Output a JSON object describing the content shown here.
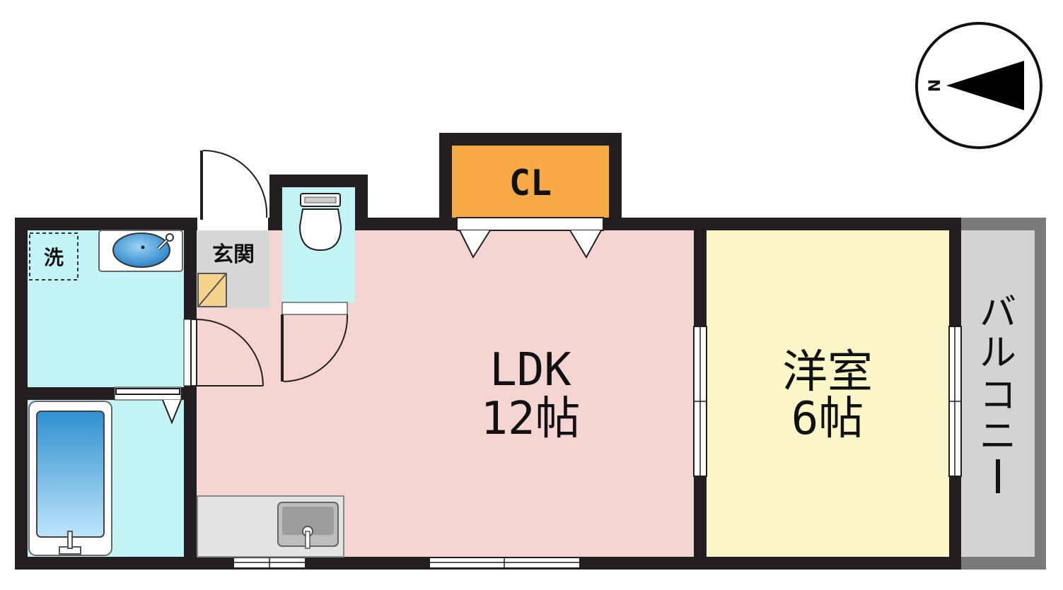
{
  "rooms": {
    "ldk": {
      "name": "LDK",
      "size": "12帖"
    },
    "western": {
      "name": "洋室",
      "size": "6帖"
    },
    "closet": {
      "name": "CL"
    },
    "entrance": {
      "name": "玄関"
    },
    "washer": {
      "name": "洗"
    },
    "balcony": {
      "name": "バルコニー",
      "chars": [
        "バ",
        "ル",
        "コ",
        "ニ",
        "ー"
      ]
    }
  },
  "compass": {
    "label": "N"
  },
  "colors": {
    "wall": "#231f20",
    "ldk_floor": "#f5d5d2",
    "western_floor": "#fbf7c9",
    "closet_floor": "#f6a944",
    "wet_area_floor": "#c3f5f7",
    "entrance_floor": "#d7d7d7",
    "balcony_floor": "#d3d3d3",
    "balcony_wall": "#7a7a7a",
    "kitchen_counter": "#e4e4e4"
  }
}
